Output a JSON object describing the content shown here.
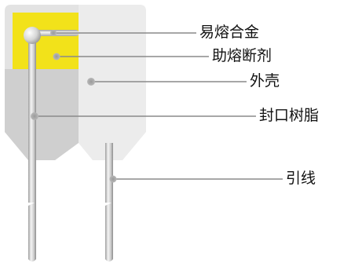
{
  "diagram": {
    "labels": {
      "fusible_alloy": "易熔合金",
      "flux": "助熔断剂",
      "shell": "外壳",
      "sealing_resin": "封口树脂",
      "lead_wire": "引线"
    },
    "colors": {
      "shell": "#ececec",
      "resin": "#cfcfcf",
      "flux": "#f2e21a",
      "lead": "#c2c2c2",
      "leader_line": "#8a8a8a"
    }
  }
}
